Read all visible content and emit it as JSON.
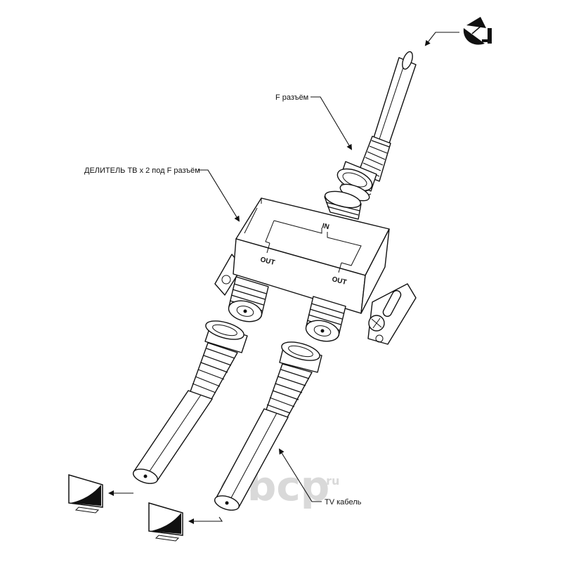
{
  "labels": {
    "f_connector": "F разъём",
    "splitter": "ДЕЛИТЕЛЬ ТВ х 2 под F разъём",
    "tv_cable": "TV кабель",
    "port_in": "IN",
    "port_out_left": "OUT",
    "port_out_right": "OUT"
  },
  "watermark": {
    "brand": "obcp",
    "domain": ".ru"
  },
  "icons": {
    "satellite": "satellite-dish-icon",
    "tv_left": "tv-icon",
    "tv_right": "tv-icon"
  },
  "colors": {
    "line": "#111111",
    "watermark": "#d9d9d9",
    "background": "#ffffff"
  }
}
